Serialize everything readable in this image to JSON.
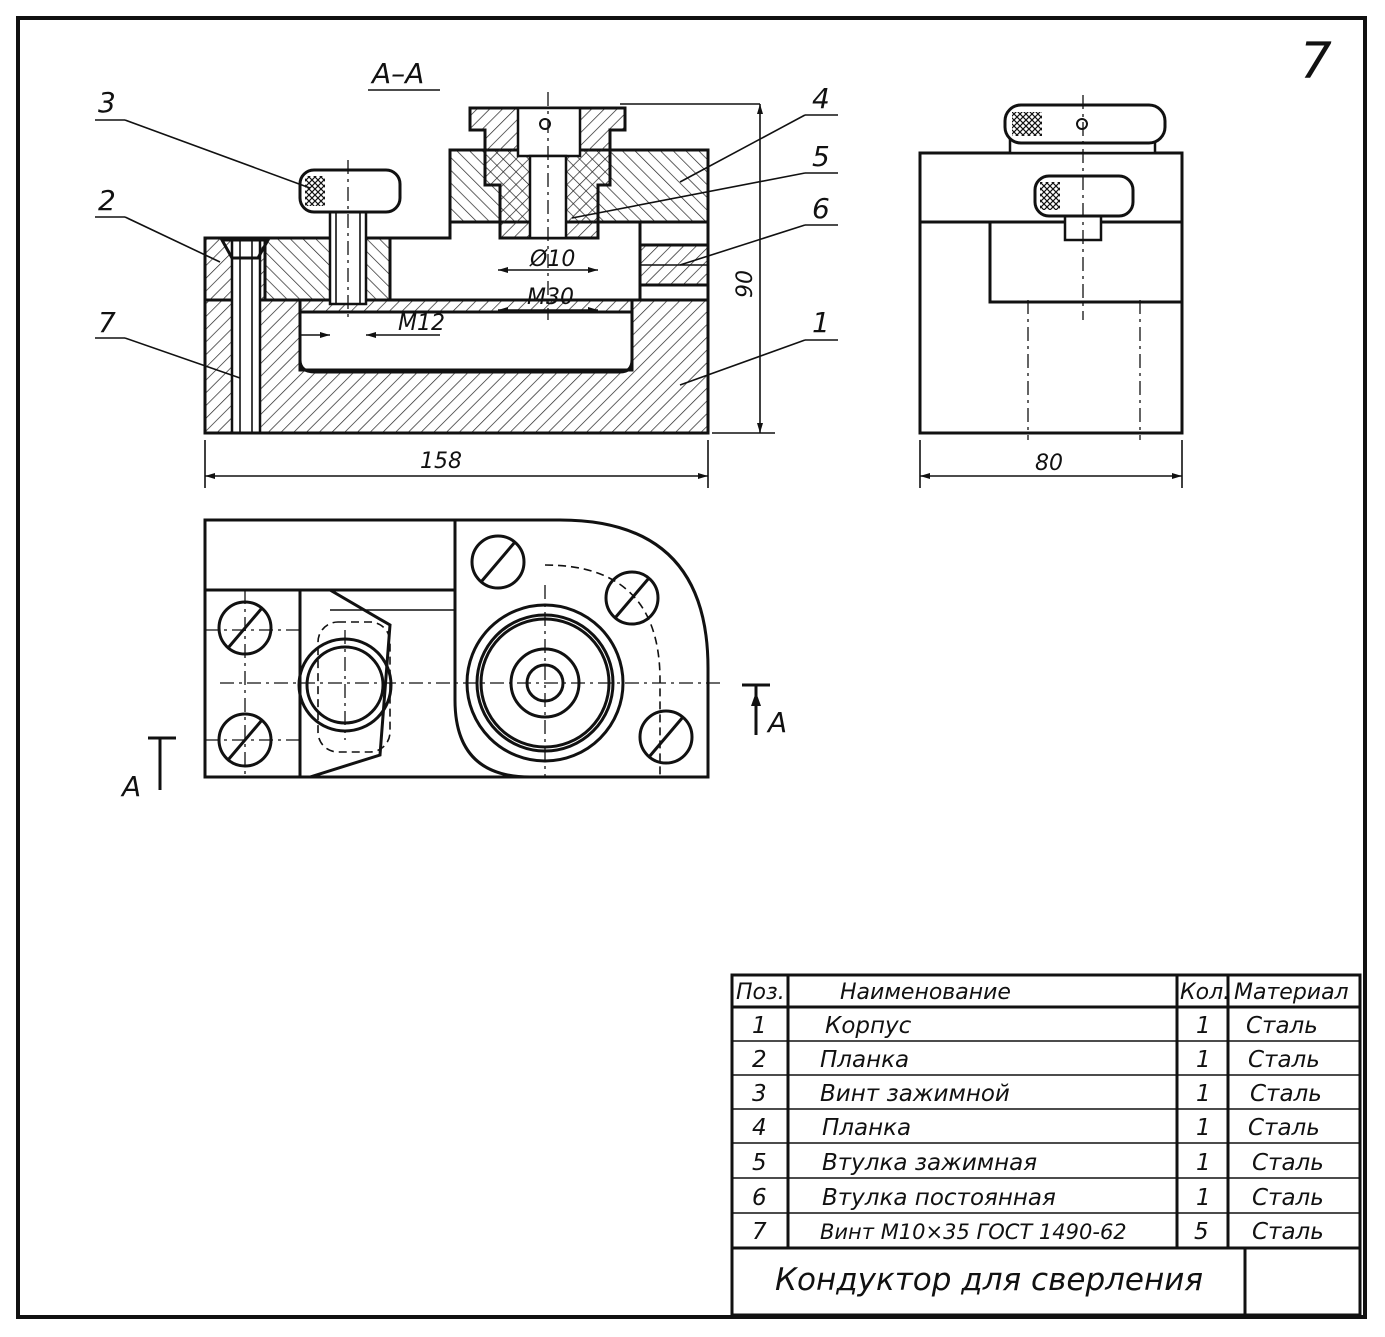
{
  "sheet_number": "7",
  "section_label": "А–А",
  "callouts": [
    "1",
    "2",
    "3",
    "4",
    "5",
    "6",
    "7"
  ],
  "dimensions": {
    "width_front": "158",
    "height": "90",
    "width_side": "80",
    "bore_small": "Ø10",
    "thread_large": "M30",
    "thread_small": "M12"
  },
  "section_marks": {
    "left": "A",
    "right": "A"
  },
  "parts_table": {
    "headers": {
      "pos": "Поз.",
      "name": "Наименование",
      "qty": "Кол.",
      "material": "Материал"
    },
    "rows": [
      {
        "pos": "1",
        "name": "Корпус",
        "qty": "1",
        "material": "Сталь"
      },
      {
        "pos": "2",
        "name": "Планка",
        "qty": "1",
        "material": "Сталь"
      },
      {
        "pos": "3",
        "name": "Винт зажимной",
        "qty": "1",
        "material": "Сталь"
      },
      {
        "pos": "4",
        "name": "Планка",
        "qty": "1",
        "material": "Сталь"
      },
      {
        "pos": "5",
        "name": "Втулка зажимная",
        "qty": "1",
        "material": "Сталь"
      },
      {
        "pos": "6",
        "name": "Втулка постоянная",
        "qty": "1",
        "material": "Сталь"
      },
      {
        "pos": "7",
        "name": "Винт M10×35 ГОСТ 1490-62",
        "qty": "5",
        "material": "Сталь"
      }
    ]
  },
  "drawing_title": "Кондуктор для сверления"
}
